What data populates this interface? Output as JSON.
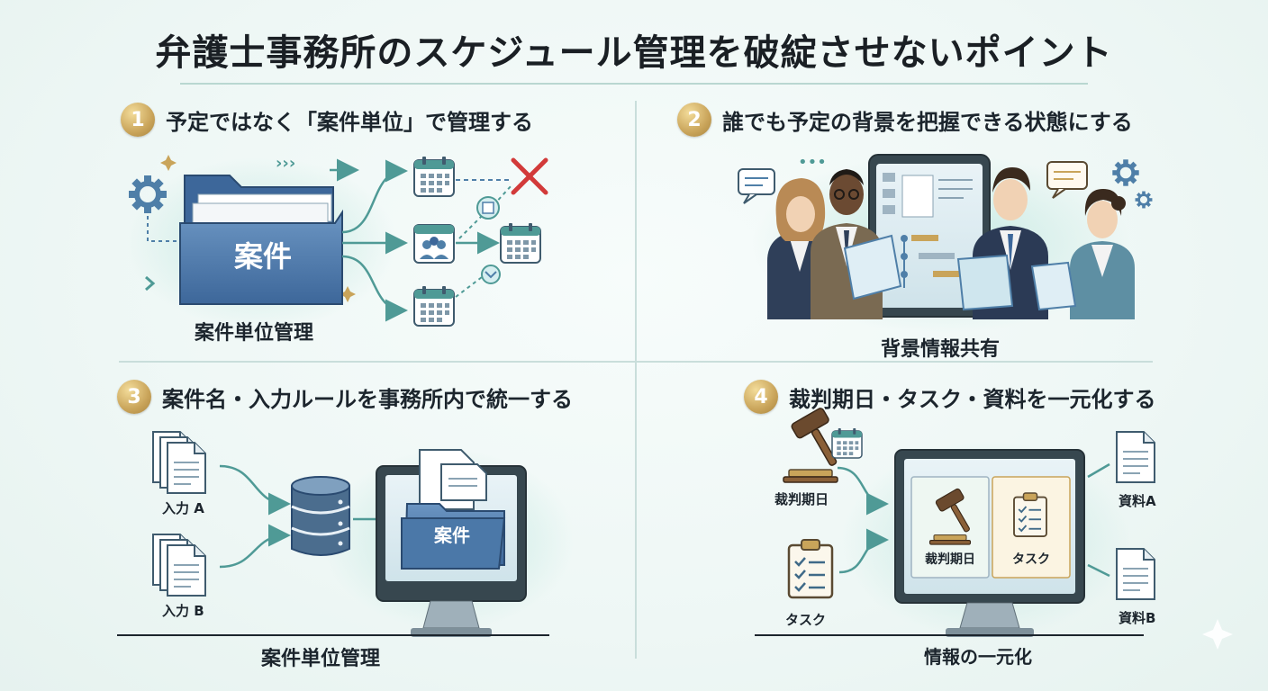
{
  "title": "弁護士事務所のスケジュール管理を破綻させないポイント",
  "colors": {
    "accent_teal": "#4f9a96",
    "folder_blue": "#4b78a8",
    "gold": "#c9a45a",
    "red_x": "#d23a3a"
  },
  "sections": [
    {
      "number": "1",
      "heading": "予定ではなく「案件単位」で管理する",
      "folder_label": "案件",
      "caption": "案件単位管理"
    },
    {
      "number": "2",
      "heading": "誰でも予定の背景を把握できる状態にする",
      "caption": "背景情報共有"
    },
    {
      "number": "3",
      "heading": "案件名・入力ルールを事務所内で統一する",
      "input_a": "入力 A",
      "input_b": "入力 B",
      "folder_label": "案件",
      "caption": "案件単位管理"
    },
    {
      "number": "4",
      "heading": "裁判期日・タスク・資料を一元化する",
      "left_top": "裁判期日",
      "left_bottom": "タスク",
      "panel_left": "裁判期日",
      "panel_right": "タスク",
      "doc_a": "資料A",
      "doc_b": "資料B",
      "caption": "情報の一元化"
    }
  ]
}
